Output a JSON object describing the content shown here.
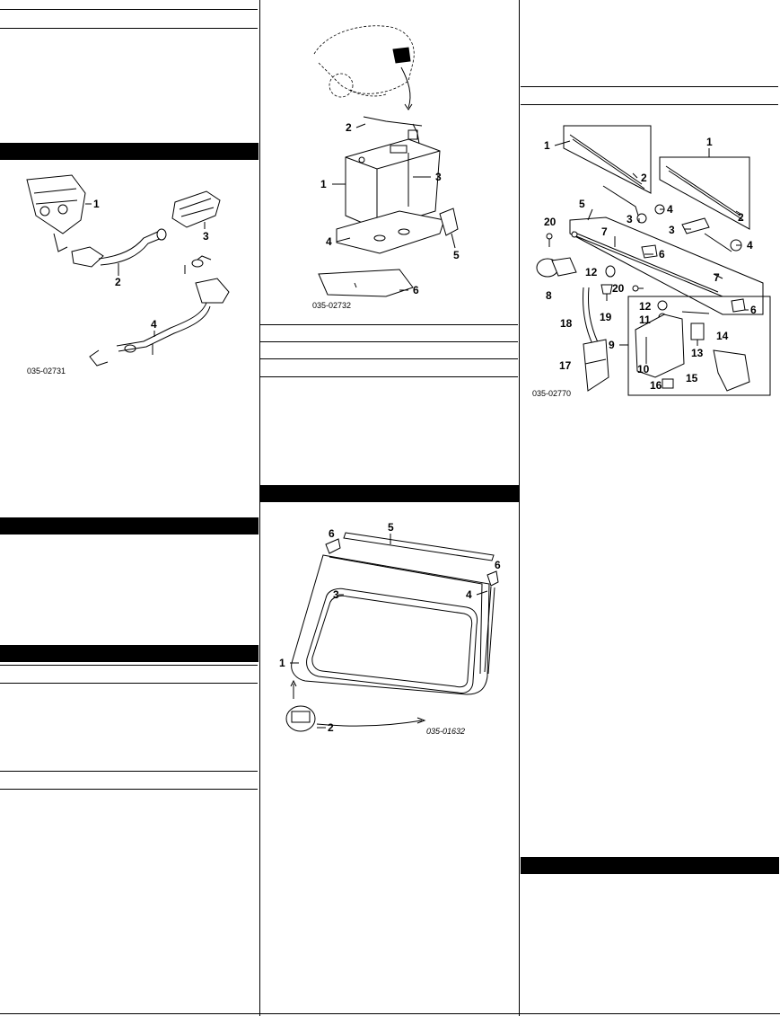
{
  "figures": {
    "exhaust": {
      "code": "035-02731",
      "callouts": [
        "1",
        "2",
        "3",
        "4"
      ]
    },
    "battery": {
      "code": "035-02732",
      "callouts": [
        "1",
        "2",
        "3",
        "4",
        "5",
        "6"
      ]
    },
    "windshield": {
      "code": "035-01632",
      "callouts": [
        "1",
        "2",
        "3",
        "4",
        "5",
        "6",
        "6"
      ]
    },
    "wiper": {
      "code": "035-02770",
      "callouts": [
        "1",
        "1",
        "2",
        "2",
        "3",
        "3",
        "4",
        "4",
        "5",
        "6",
        "6",
        "7",
        "7",
        "8",
        "9",
        "10",
        "11",
        "12",
        "12",
        "13",
        "14",
        "15",
        "16",
        "17",
        "18",
        "19",
        "20",
        "20"
      ]
    }
  }
}
